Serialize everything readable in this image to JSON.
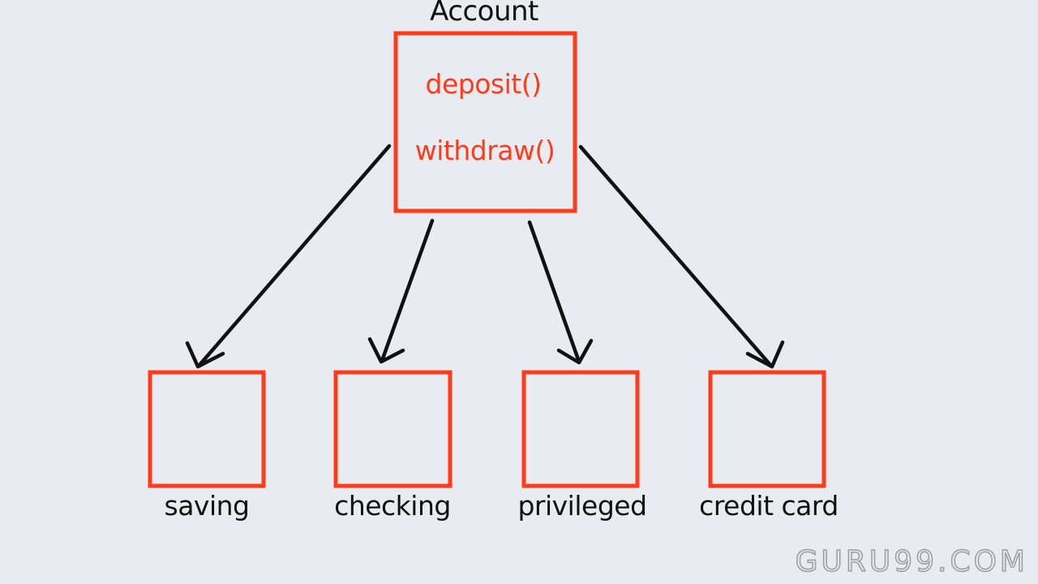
{
  "parent_class": {
    "title": "Account",
    "methods": [
      "deposit()",
      "withdraw()"
    ]
  },
  "subclasses": [
    {
      "label": "saving"
    },
    {
      "label": "checking"
    },
    {
      "label": "privileged"
    },
    {
      "label": "credit card"
    }
  ],
  "watermark": "GURU99.COM",
  "colors": {
    "background": "#e8ebef",
    "box_stroke": "#ff3b1a",
    "method_text": "#ff3b1a",
    "arrow": "#111111",
    "label_text": "#111111"
  }
}
